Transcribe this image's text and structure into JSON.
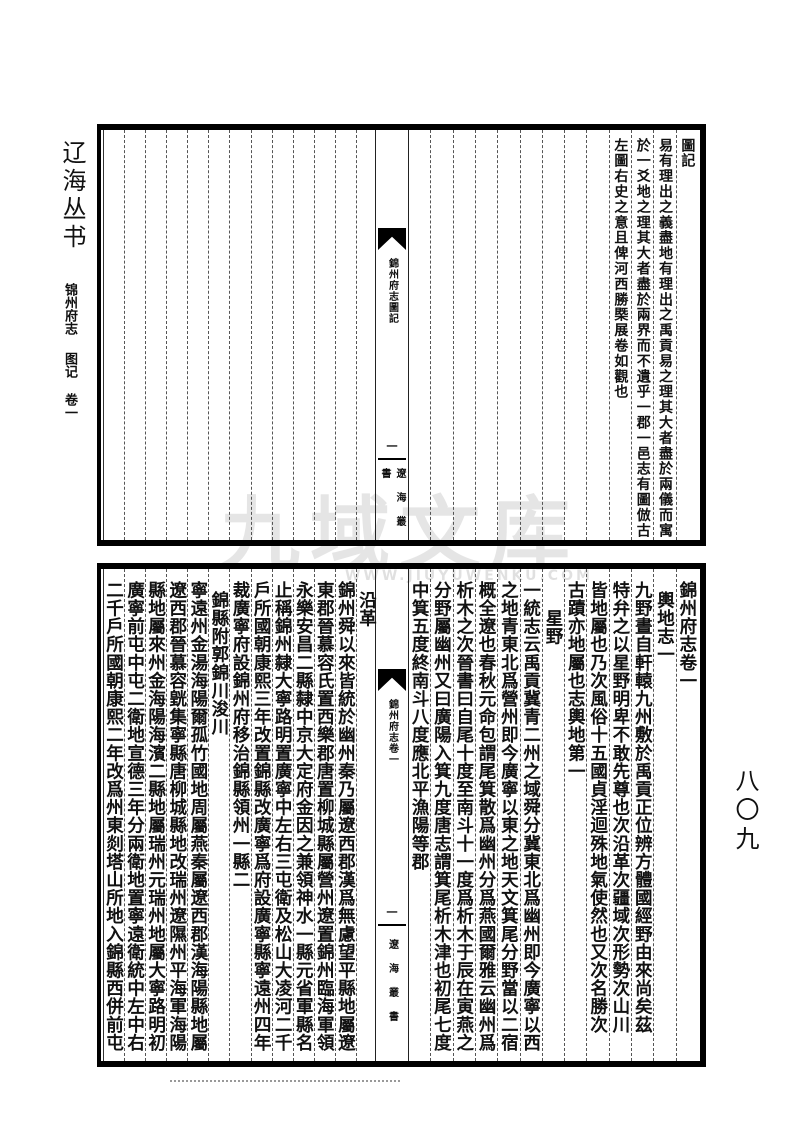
{
  "margin": {
    "series": "辽海丛书",
    "book": "锦州府志",
    "section": "图记",
    "volume": "卷一"
  },
  "page_number": "八〇九",
  "watermark": {
    "text": "九域文库",
    "url": "WWW.JIUYUWENKU.COM"
  },
  "upper": {
    "fold": {
      "title": "錦州府志圖記",
      "leaf": "一",
      "press": "遼海叢書"
    },
    "right_columns": [
      "圖記",
      "易有理出之義盡地有理出之禹貢易之理其大者盡於兩儀而寓",
      "於一爻地之理其大者盡於兩界而不遺乎一郡一邑志有圖倣古",
      "左圖右史之意且俾河西勝槩展卷如觀也",
      "",
      "",
      "",
      "",
      "",
      "",
      "",
      "",
      ""
    ],
    "left_columns": [
      "",
      "",
      "",
      "",
      "",
      "",
      "",
      "",
      "",
      "",
      "",
      "",
      ""
    ]
  },
  "lower": {
    "fold": {
      "title": "錦州府志卷一",
      "leaf": "一",
      "press": "遼海叢書"
    },
    "right_columns": [
      "錦州府志卷一",
      "輿地志一",
      "九野晝自軒轅九州敷於禹貢正位辨方體國經野由來尚矣茲",
      "特弁之以星野明卑不敢先尊也次沿革次疆域次形勢次山川",
      "皆地屬也乃次風俗十五國貞淫迴殊地氣使然也又次名勝次",
      "古蹟亦地屬也志輿地第一",
      "星野",
      "一統志云禹貢冀青二州之域舜分冀東北爲幽州即今廣寧以西",
      "之地青東北爲營州即今廣寧以東之地天文箕尾分野當以二宿",
      "概全遼也春秋元命包謂尾箕散爲幽州分爲燕國爾雅云幽州爲",
      "析木之次晉書曰自尾十度至南斗十一度爲析木于辰在寅燕之",
      "分野屬幽州又曰廣陽入箕九度唐志謂箕尾析木津也初尾七度",
      "中箕五度終南斗八度應北平漁陽等郡"
    ],
    "left_columns": [
      "沿革",
      "錦州舜以來皆統於幽州秦乃屬遼西郡漢爲無慮望平縣地屬遼",
      "東郡晉慕容氏置西樂郡唐置柳城縣屬營州遼置錦州臨海軍領",
      "永樂安昌二縣隸中京大定府金因之兼領神水一縣元省軍縣名",
      "止稱錦州隸大寧路明置廣寧中左右三屯衛及松山大凌河二千",
      "戶所國朝康熙三年改置錦縣改廣寧爲府設廣寧縣寧遠州四年",
      "裁廣寧府設錦州府移治錦縣領州一縣二",
      "錦縣附郭錦川浚川",
      "寧遠州金湯海陽爾孤竹國地周屬燕秦屬遼西郡漢海陽縣地屬",
      "遼西郡晉慕容皝集寧縣唐柳城縣地改瑞州遼隰州平海軍海陽",
      "縣地屬來州金海陽海濱二縣地屬瑞州元瑞州地屬大寧路明初",
      "廣寧前屯中屯二衛地宣德三年分兩衛地置寧遠衛統中左中右",
      "二千戶所國朝康熙二年改爲州東剡塔山所地入錦縣西併前屯"
    ]
  }
}
